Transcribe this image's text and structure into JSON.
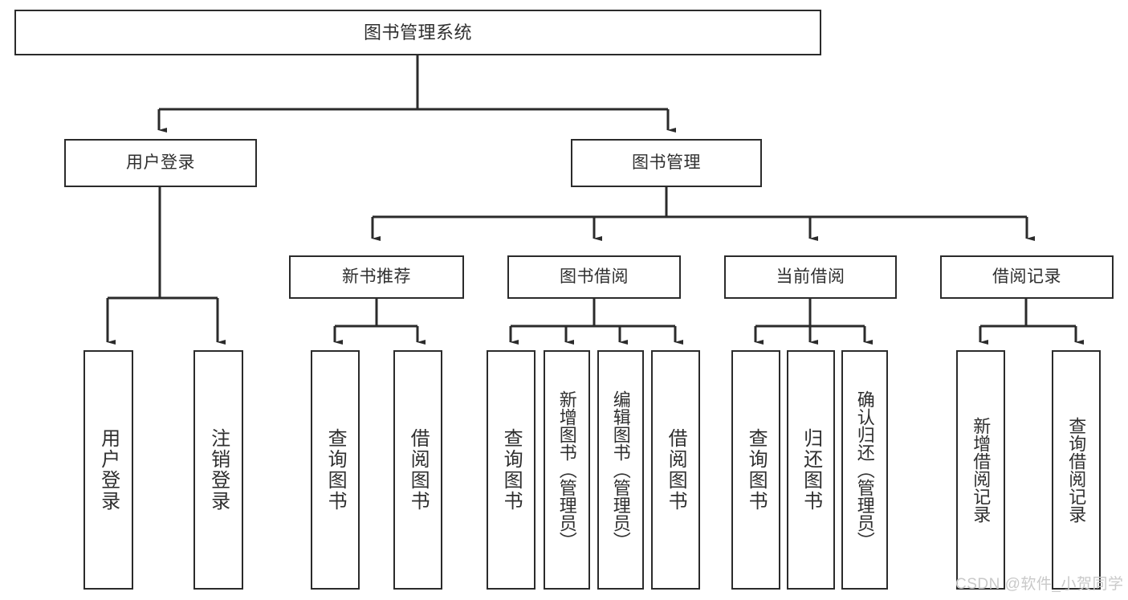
{
  "diagram": {
    "title": "图书管理系统",
    "type": "tree-hierarchy",
    "background_color": "#ffffff",
    "line_color": "#2b2b2b",
    "text_color": "#2f2f2f",
    "levels": 4
  },
  "nodes": {
    "root": {
      "label": "图书管理系统"
    },
    "level2": [
      {
        "label": "用户登录"
      },
      {
        "label": "图书管理"
      }
    ],
    "level3": [
      {
        "label": "新书推荐"
      },
      {
        "label": "图书借阅"
      },
      {
        "label": "当前借阅"
      },
      {
        "label": "借阅记录"
      }
    ],
    "leaves": {
      "user_login": [
        {
          "label": "用户登录"
        },
        {
          "label": "注销登录"
        }
      ],
      "new_book_rec": [
        {
          "label": "查询图书"
        },
        {
          "label": "借阅图书"
        }
      ],
      "book_borrow": [
        {
          "label": "查询图书"
        },
        {
          "label": "新增图书（管理员）"
        },
        {
          "label": "编辑图书（管理员）"
        },
        {
          "label": "借阅图书"
        }
      ],
      "current_borrow": [
        {
          "label": "查询图书"
        },
        {
          "label": "归还图书"
        },
        {
          "label": "确认归还（管理员）"
        }
      ],
      "borrow_record": [
        {
          "label": "新增借阅记录"
        },
        {
          "label": "查询借阅记录"
        }
      ]
    }
  },
  "watermark": {
    "text": "CSDN @软件_小贺同学"
  }
}
